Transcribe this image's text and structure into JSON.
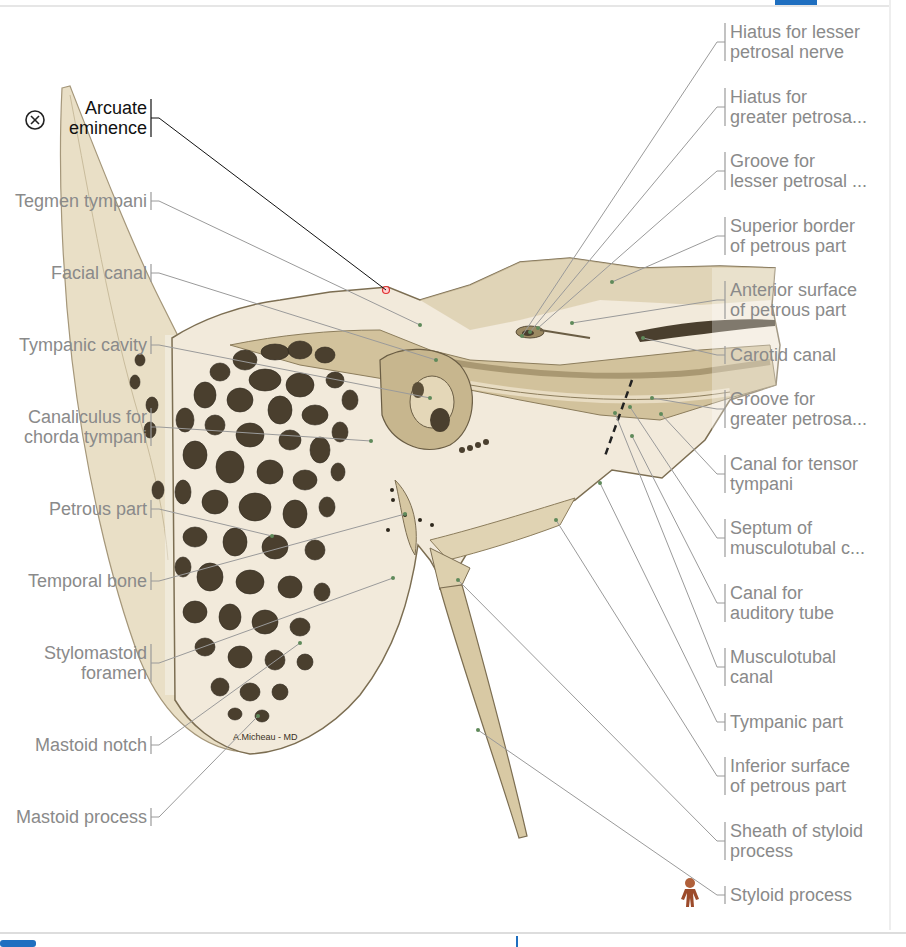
{
  "diagram": {
    "labels": [
      "Arcuate eminence",
      "Tegmen tympani",
      "Facial canal",
      "Tympanic cavity",
      "Canaliculus for chorda tympani",
      "Petrous part",
      "Temporal bone",
      "Stylomastoid foramen",
      "Mastoid notch",
      "Mastoid process",
      "Hiatus for lesser petrosal nerve",
      "Hiatus for greater petrosa...",
      "Groove for lesser petrosal ...",
      "Superior border of petrous part",
      "Anterior surface of petrous part",
      "Carotid canal",
      "Groove for greater petrosa...",
      "Canal for tensor tympani",
      "Septum of musculotubal c...",
      "Canal for auditory tube",
      "Musculotubal canal",
      "Tympanic part",
      "Inferior surface of petrous part",
      "Sheath of styloid process",
      "Styloid process",
      "A.Micheau - MD"
    ]
  }
}
